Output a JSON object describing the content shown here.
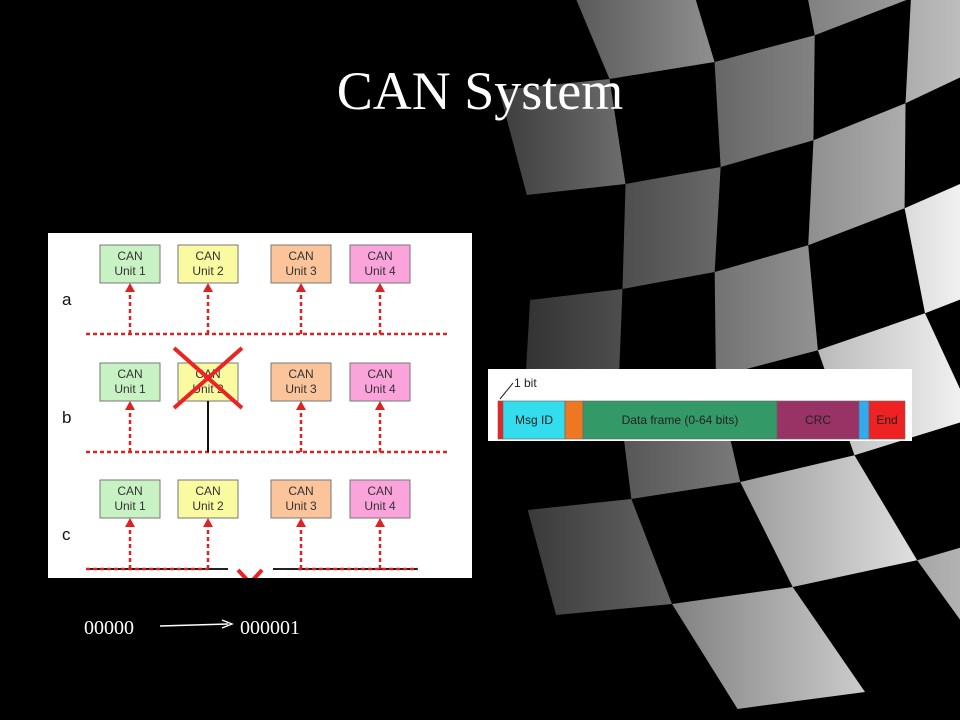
{
  "slide": {
    "title": "CAN System",
    "colors": {
      "background": "#000000",
      "title": "#ffffff"
    }
  },
  "can_diagram": {
    "rows": [
      {
        "label": "a",
        "units": [
          "CAN\nUnit 1",
          "CAN\nUnit 2",
          "CAN\nUnit 3",
          "CAN\nUnit 4"
        ],
        "failed_unit": null,
        "bus_break": false
      },
      {
        "label": "b",
        "units": [
          "CAN\nUnit 1",
          "CAN\nUnit 2",
          "CAN\nUnit 3",
          "CAN\nUnit 4"
        ],
        "failed_unit": 2,
        "bus_break": false
      },
      {
        "label": "c",
        "units": [
          "CAN\nUnit 1",
          "CAN\nUnit 2",
          "CAN\nUnit 3",
          "CAN\nUnit 4"
        ],
        "failed_unit": null,
        "bus_break": true
      }
    ],
    "unit_colors": [
      "#c9f2c4",
      "#fafaa0",
      "#fbc49a",
      "#fba4dc"
    ],
    "signal_color": "#dd2222",
    "fail_color": "#ee2222"
  },
  "frame_diagram": {
    "bit_label": "1 bit",
    "fields": [
      {
        "label": "",
        "color": "#ee2222"
      },
      {
        "label": "Msg ID",
        "color": "#33ddee"
      },
      {
        "label": "",
        "color": "#ee7722"
      },
      {
        "label": "Data frame (0-64 bits)",
        "color": "#339966"
      },
      {
        "label": "CRC",
        "color": "#993366"
      },
      {
        "label": "",
        "color": "#33aaee"
      },
      {
        "label": "End",
        "color": "#ee2222"
      }
    ]
  },
  "bits": {
    "from": "00000",
    "to": "000001"
  }
}
